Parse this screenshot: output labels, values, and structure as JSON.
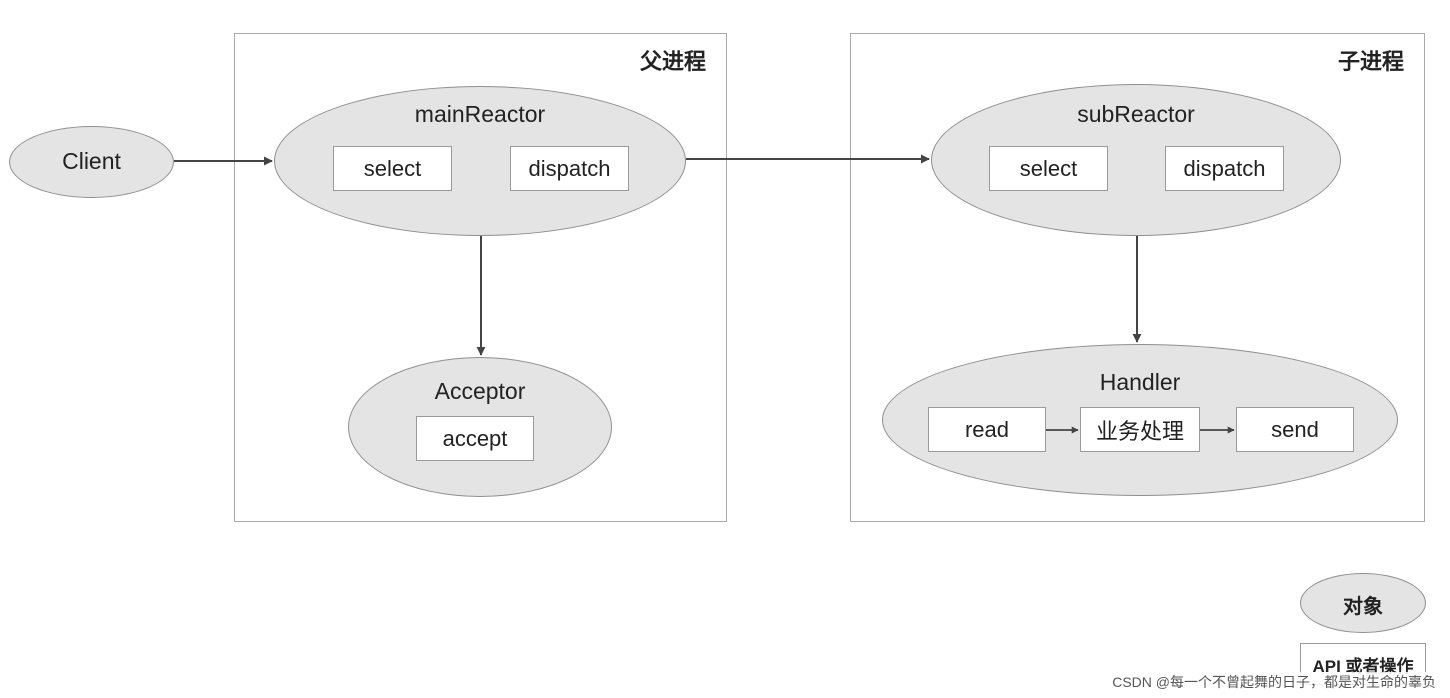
{
  "client": {
    "label": "Client"
  },
  "parent_process": {
    "title": "父进程",
    "main_reactor": {
      "label": "mainReactor",
      "ops": [
        "select",
        "dispatch"
      ]
    },
    "acceptor": {
      "label": "Acceptor",
      "op": "accept"
    }
  },
  "child_process": {
    "title": "子进程",
    "sub_reactor": {
      "label": "subReactor",
      "ops": [
        "select",
        "dispatch"
      ]
    },
    "handler": {
      "label": "Handler",
      "ops": [
        "read",
        "业务处理",
        "send"
      ]
    }
  },
  "legend": {
    "object_label": "对象",
    "api_label": "API 或者操作"
  },
  "watermark": "CSDN @每一个不曾起舞的日子，都是对生命的辜负",
  "colors": {
    "ellipse_fill": "#e4e4e4",
    "panel_border": "#aaaaaa",
    "arrow": "#444444"
  }
}
